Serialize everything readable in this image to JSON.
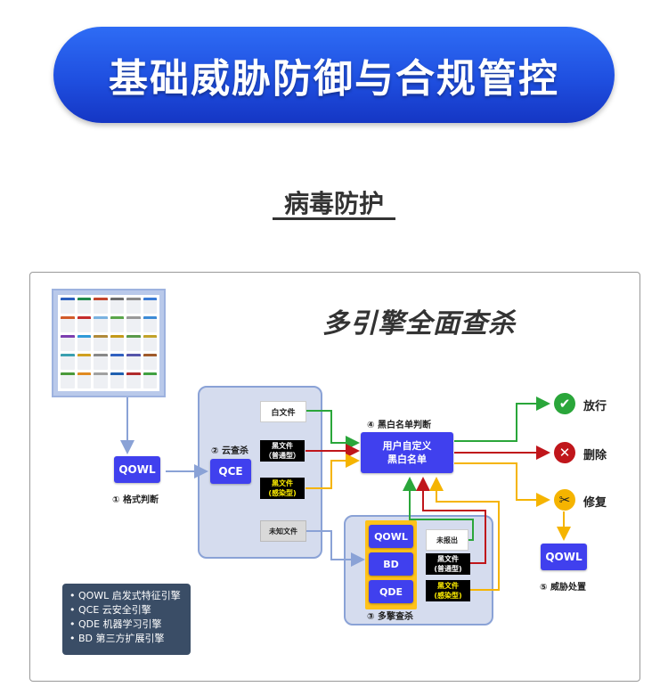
{
  "header": {
    "banner_title": "基础威胁防御与合规管控",
    "section_title": "病毒防护"
  },
  "diagram": {
    "title": "多引擎全面查杀",
    "nodes": {
      "qowl_input": "QOWL",
      "qowl_input_caption": "① 格式判断",
      "cloud_caption": "② 云查杀",
      "qce": "QCE",
      "white_file": "白文件",
      "black_normal_line1": "黑文件",
      "black_normal_line2": "（普通型）",
      "black_infected_line1": "黑文件",
      "black_infected_line2": "(感染型)",
      "unknown_file": "未知文件",
      "bw_caption": "④ 黑白名单判断",
      "bw_line1": "用户自定义",
      "bw_line2": "黑白名单",
      "multi_caption": "③ 多擎查杀",
      "engine_qowl": "QOWL",
      "engine_bd": "BD",
      "engine_qde": "QDE",
      "not_reported": "未报出",
      "multi_black_normal_line1": "黑文件",
      "multi_black_normal_line2": "(普通型)",
      "multi_black_infected_line1": "黑文件",
      "multi_black_infected_line2": "(感染型)",
      "qowl_output": "QOWL",
      "qowl_output_caption": "⑤ 威胁处置"
    },
    "actions": {
      "allow": "放行",
      "delete": "删除",
      "repair": "修复"
    },
    "legend": [
      "• QOWL 启发式特征引擎",
      "• QCE 云安全引擎",
      "• QDE 机器学习引擎",
      "• BD 第三方扩展引擎"
    ],
    "colors": {
      "green": "#2aa63a",
      "red": "#c0161b",
      "yellow": "#f5b400",
      "blue_arrow": "#8aa2d6"
    }
  }
}
